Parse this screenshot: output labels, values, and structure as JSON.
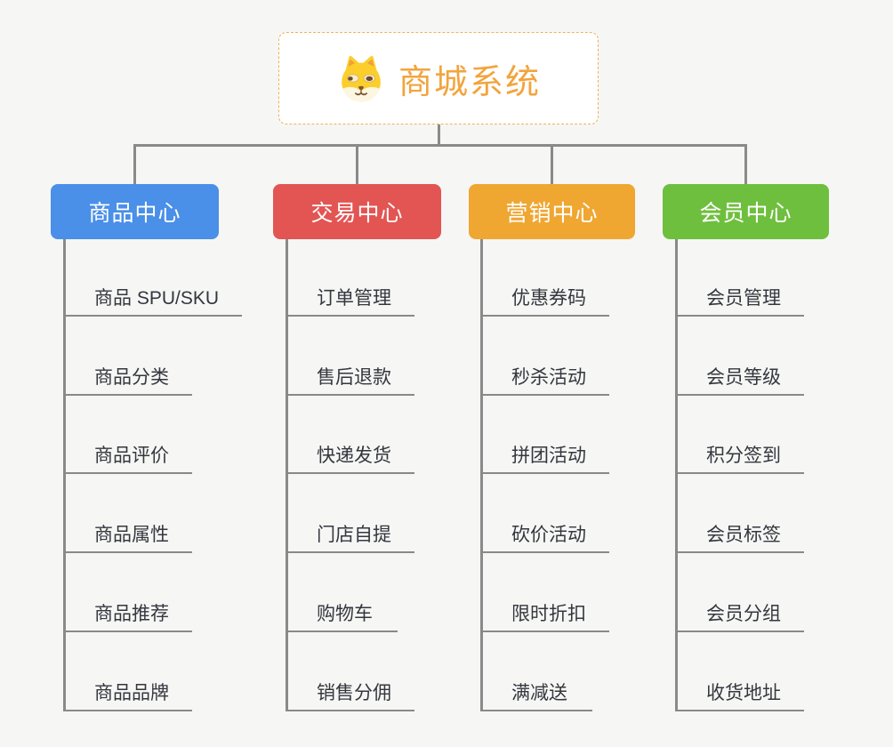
{
  "page": {
    "background": "#f6f6f5"
  },
  "root": {
    "title": "商城系统",
    "title_color": "#f2a43d",
    "border_color": "#eeb257",
    "icon": "shiba-dog-icon"
  },
  "connector_color": "#8a8a8a",
  "branches": [
    {
      "label": "商品中心",
      "color": "#4a8fe8",
      "items": [
        {
          "label": "商品 SPU/SKU"
        },
        {
          "label": "商品分类"
        },
        {
          "label": "商品评价"
        },
        {
          "label": "商品属性"
        },
        {
          "label": "商品推荐"
        },
        {
          "label": "商品品牌"
        }
      ]
    },
    {
      "label": "交易中心",
      "color": "#e25553",
      "items": [
        {
          "label": "订单管理"
        },
        {
          "label": "售后退款"
        },
        {
          "label": "快递发货"
        },
        {
          "label": "门店自提"
        },
        {
          "label": "购物车"
        },
        {
          "label": "销售分佣"
        }
      ]
    },
    {
      "label": "营销中心",
      "color": "#efa732",
      "items": [
        {
          "label": "优惠券码"
        },
        {
          "label": "秒杀活动"
        },
        {
          "label": "拼团活动"
        },
        {
          "label": "砍价活动"
        },
        {
          "label": "限时折扣"
        },
        {
          "label": "满减送"
        }
      ]
    },
    {
      "label": "会员中心",
      "color": "#6fbf3e",
      "items": [
        {
          "label": "会员管理"
        },
        {
          "label": "会员等级"
        },
        {
          "label": "积分签到"
        },
        {
          "label": "会员标签"
        },
        {
          "label": "会员分组"
        },
        {
          "label": "收货地址"
        }
      ]
    }
  ]
}
